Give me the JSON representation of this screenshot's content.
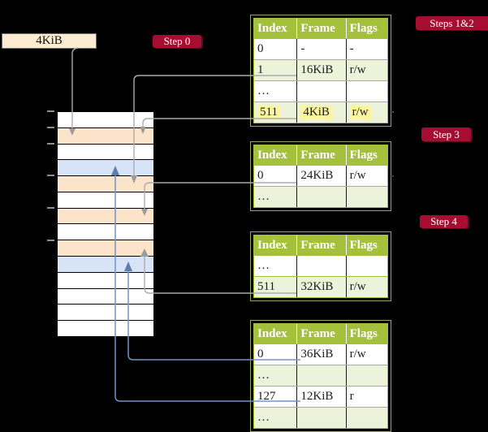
{
  "legend": {
    "label": "4KiB"
  },
  "badges": {
    "step0": "Step 0",
    "steps12": "Steps 1&2",
    "step3": "Step 3",
    "step4": "Step 4"
  },
  "memory": {
    "rows": [
      "white",
      "orange",
      "white",
      "blue",
      "orange",
      "white",
      "orange",
      "white",
      "orange",
      "blue",
      "white",
      "white",
      "white",
      "white"
    ]
  },
  "colors": {
    "badge_red": "#a60d31",
    "table_header_green": "#a5c13c",
    "table_row_green": "#edf2da",
    "highlight_yellow": "#fcf5a0",
    "memory_orange": "#fce4cb",
    "memory_blue": "#d7e3f7",
    "legend_cream": "#fbecd2",
    "connector_gray": "#ababab",
    "connector_blue": "#7492c8"
  },
  "tables": [
    {
      "headers": [
        "Index",
        "Frame",
        "Flags"
      ],
      "rows": [
        {
          "cells": [
            "0",
            "-",
            "-"
          ]
        },
        {
          "cells": [
            "1",
            "16KiB",
            "r/w"
          ]
        },
        {
          "cells": [
            "…",
            "",
            ""
          ]
        },
        {
          "cells": [
            "511",
            "4KiB",
            "r/w"
          ]
        }
      ]
    },
    {
      "headers": [
        "Index",
        "Frame",
        "Flags"
      ],
      "rows": [
        {
          "cells": [
            "0",
            "24KiB",
            "r/w"
          ]
        },
        {
          "cells": [
            "…",
            "",
            ""
          ]
        }
      ]
    },
    {
      "headers": [
        "Index",
        "Frame",
        "Flags"
      ],
      "rows": [
        {
          "cells": [
            "…",
            "",
            ""
          ]
        },
        {
          "cells": [
            "511",
            "32KiB",
            "r/w"
          ]
        }
      ]
    },
    {
      "headers": [
        "Index",
        "Frame",
        "Flags"
      ],
      "rows": [
        {
          "cells": [
            "0",
            "36KiB",
            "r/w"
          ]
        },
        {
          "cells": [
            "…",
            "",
            ""
          ]
        },
        {
          "cells": [
            "127",
            "12KiB",
            "r"
          ]
        },
        {
          "cells": [
            "…",
            "",
            ""
          ]
        }
      ]
    }
  ]
}
